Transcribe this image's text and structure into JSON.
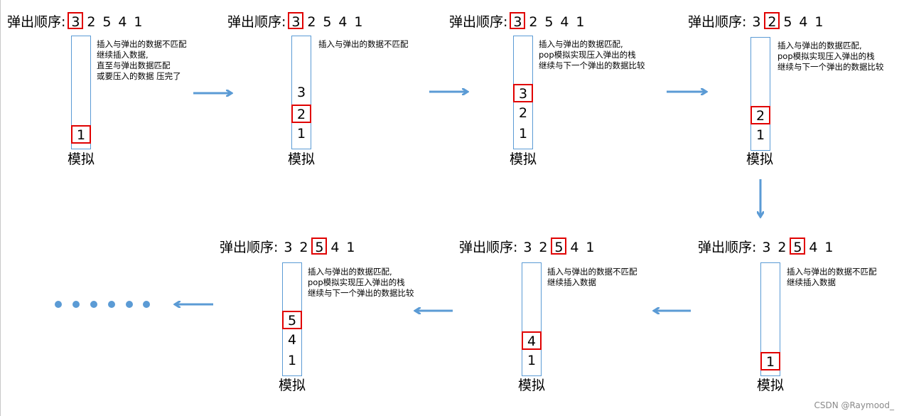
{
  "seq_label": "弹出顺序:",
  "stack_label": "模拟",
  "watermark": "CSDN @Raymood_",
  "colors": {
    "stack_border": "#5b9bd5",
    "highlight": "#e00000",
    "arrow": "#5b9bd5"
  },
  "steps": [
    {
      "sequence": [
        "3",
        "2",
        "5",
        "4",
        "1"
      ],
      "highlight_index": 0,
      "stack": [
        "1"
      ],
      "stack_highlight": "1",
      "note": "插入与弹出的数据不匹配\n继续插入数据,\n直至与弹出数据匹配\n或要压入的数据 压完了"
    },
    {
      "sequence": [
        "3",
        "2",
        "5",
        "4",
        "1"
      ],
      "highlight_index": 0,
      "stack": [
        "3",
        "2",
        "1"
      ],
      "stack_highlight": "2",
      "note": "插入与弹出的数据不匹配"
    },
    {
      "sequence": [
        "3",
        "2",
        "5",
        "4",
        "1"
      ],
      "highlight_index": 0,
      "stack": [
        "3",
        "2",
        "1"
      ],
      "stack_highlight": "3",
      "note": "插入与弹出的数据匹配,\npop模拟实现压入弹出的栈\n继续与下一个弹出的数据比较"
    },
    {
      "sequence": [
        "3",
        "2",
        "5",
        "4",
        "1"
      ],
      "highlight_index": 1,
      "stack": [
        "2",
        "1"
      ],
      "stack_highlight": "2",
      "note": "插入与弹出的数据匹配,\npop模拟实现压入弹出的栈\n继续与下一个弹出的数据比较"
    },
    {
      "sequence": [
        "3",
        "2",
        "5",
        "4",
        "1"
      ],
      "highlight_index": 2,
      "stack": [
        "1"
      ],
      "stack_highlight": "1",
      "note": "插入与弹出的数据不匹配\n继续插入数据"
    },
    {
      "sequence": [
        "3",
        "2",
        "5",
        "4",
        "1"
      ],
      "highlight_index": 2,
      "stack": [
        "4",
        "1"
      ],
      "stack_highlight": "4",
      "note": "插入与弹出的数据不匹配\n继续插入数据"
    },
    {
      "sequence": [
        "3",
        "2",
        "5",
        "4",
        "1"
      ],
      "highlight_index": 2,
      "stack": [
        "5",
        "4",
        "1"
      ],
      "stack_highlight": "5",
      "note": "插入与弹出的数据匹配,\npop模拟实现压入弹出的栈\n继续与下一个弹出的数据比较"
    }
  ]
}
